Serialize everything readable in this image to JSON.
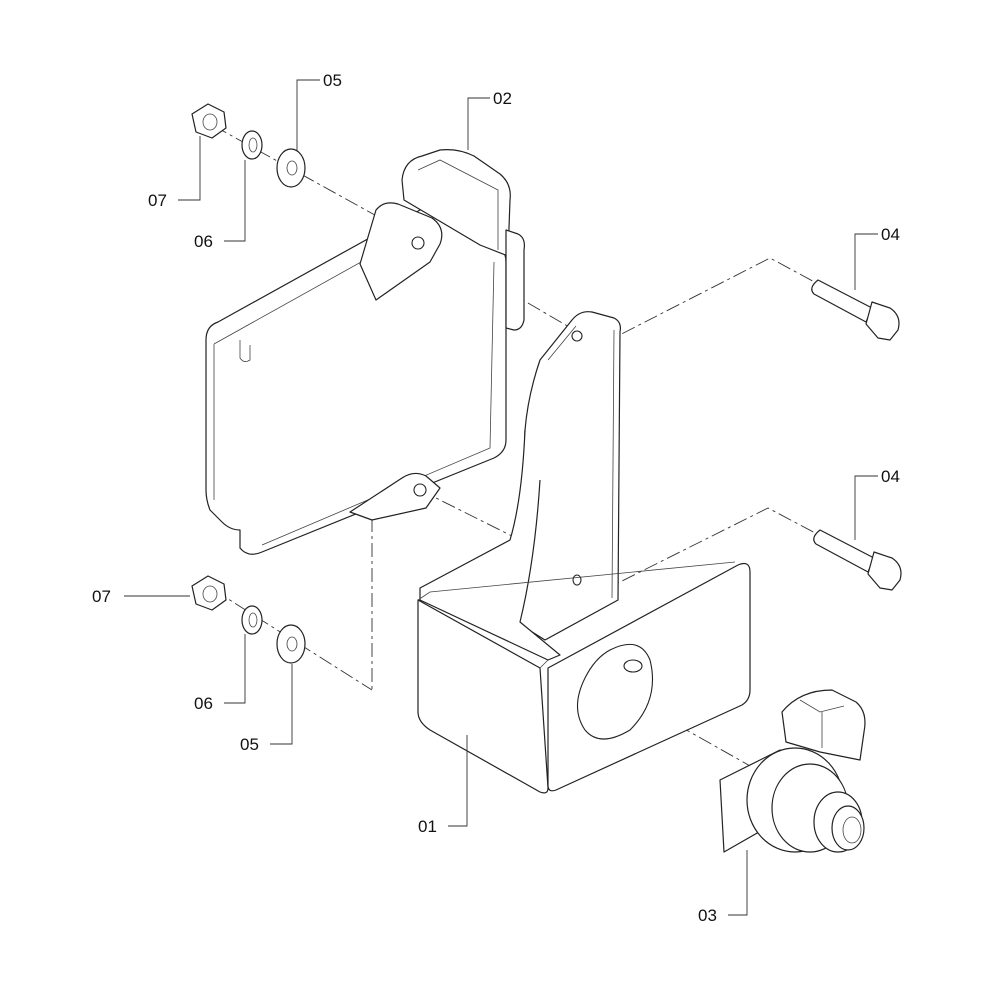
{
  "diagram": {
    "callouts": [
      {
        "id": "c01",
        "label": "01"
      },
      {
        "id": "c02",
        "label": "02"
      },
      {
        "id": "c03",
        "label": "03"
      },
      {
        "id": "c04a",
        "label": "04"
      },
      {
        "id": "c04b",
        "label": "04"
      },
      {
        "id": "c05a",
        "label": "05"
      },
      {
        "id": "c05b",
        "label": "05"
      },
      {
        "id": "c06a",
        "label": "06"
      },
      {
        "id": "c06b",
        "label": "06"
      },
      {
        "id": "c07a",
        "label": "07"
      },
      {
        "id": "c07b",
        "label": "07"
      }
    ]
  }
}
